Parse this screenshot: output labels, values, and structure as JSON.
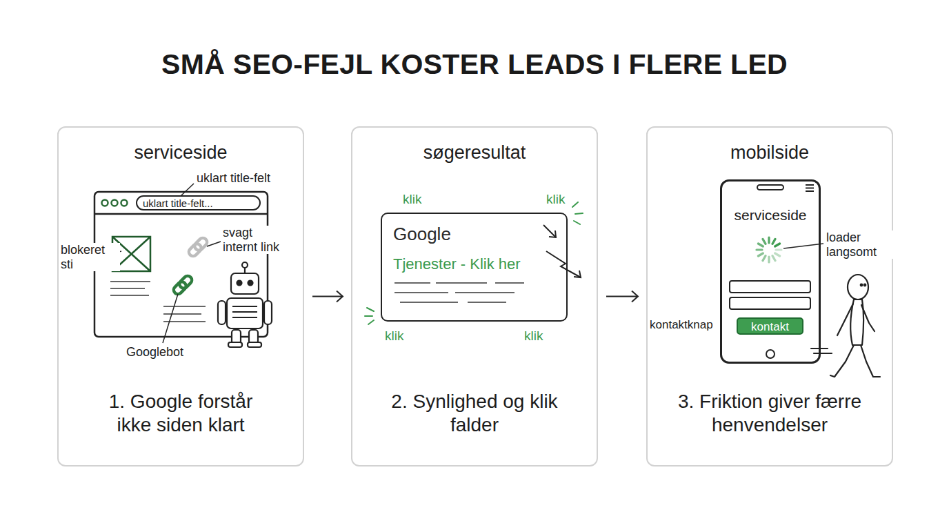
{
  "diagram": {
    "title": "SMÅ SEO-FEJL KOSTER LEADS I FLERE LED",
    "nodes": [
      {
        "text": [
          "serviceside",
          "1. Google forstår ikke siden klart"
        ]
      },
      {
        "text": [
          "uklart title-felt..."
        ],
        "in": 0
      },
      {
        "text": [
          "søgeresultat",
          "2. Synlighed og klik falder"
        ]
      },
      {
        "text": [
          "Google",
          "Tjenester - Klik her"
        ],
        "in": 2
      },
      {
        "text": [
          "mobilside",
          "3. Friktion giver færre henvendelser"
        ]
      },
      {
        "text": [
          "serviceside"
        ],
        "in": 4
      },
      {
        "text": [
          "kontakt"
        ],
        "in": 5
      }
    ],
    "edges": [
      {
        "from": 0,
        "to": 2,
        "arrow": "to"
      },
      {
        "from": 2,
        "to": 4,
        "arrow": "to"
      }
    ],
    "labels": [
      "uklart title-felt",
      "blokeret sti",
      "svagt internt link",
      "Googlebot",
      "klik",
      "klik",
      "klik",
      "klik",
      "loader langsomt",
      "kontaktknap"
    ]
  }
}
